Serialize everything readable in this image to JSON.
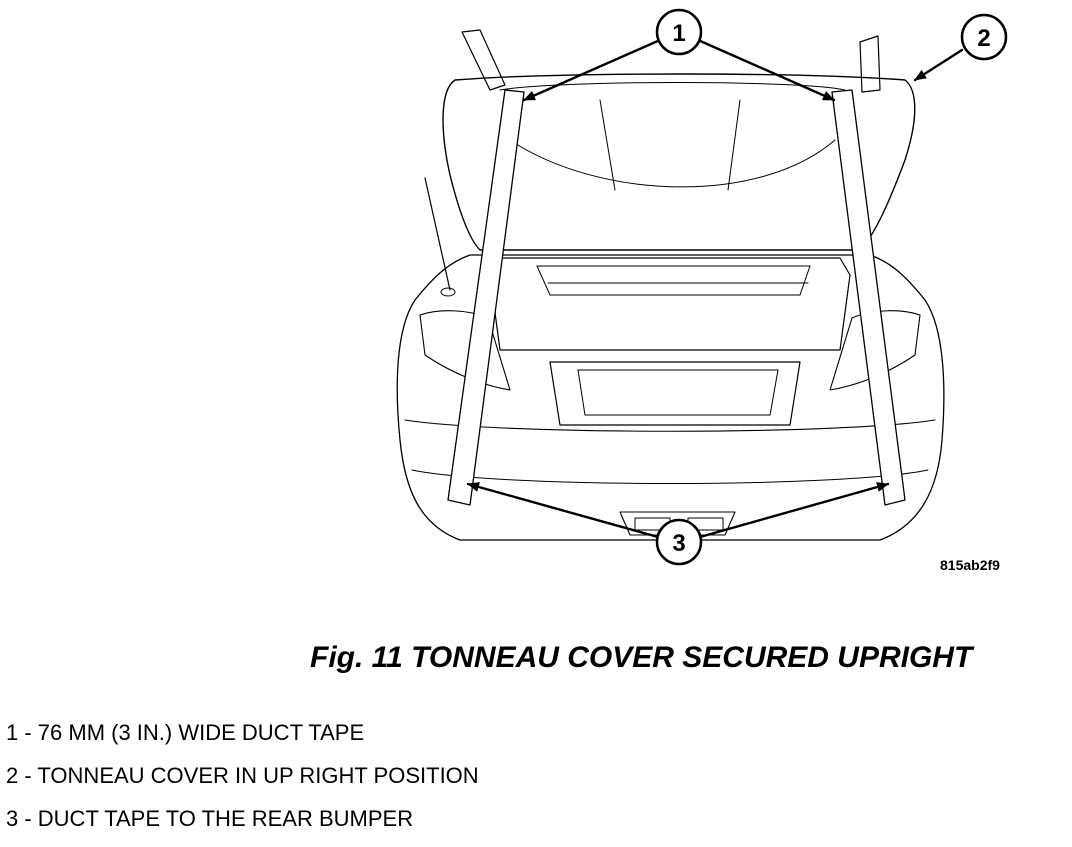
{
  "figure": {
    "code": "815ab2f9",
    "caption": "Fig. 11 TONNEAU COVER SECURED UPRIGHT"
  },
  "callouts": [
    "1",
    "2",
    "3"
  ],
  "legend": [
    "1 - 76 MM (3 IN.) WIDE DUCT TAPE",
    "2 - TONNEAU COVER IN UP RIGHT POSITION",
    "3 - DUCT TAPE TO THE REAR BUMPER"
  ]
}
